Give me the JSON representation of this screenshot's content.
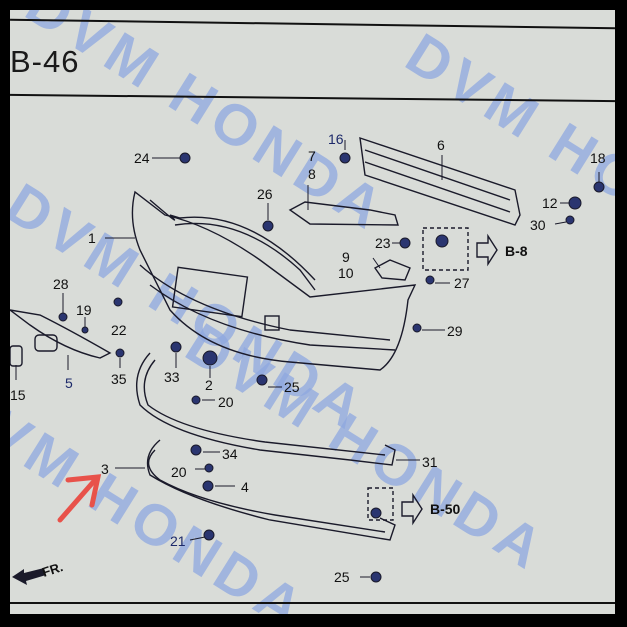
{
  "page": {
    "code": "B-46",
    "watermark_text": "DVM HONDA",
    "colors": {
      "paper": "#d9dcd8",
      "watermark": "#8fa8e0",
      "line_art": "#1a1a2a",
      "arrow_annotation": "#e8524a",
      "frame": "#000000"
    }
  },
  "callouts": [
    {
      "id": "1",
      "label": "1"
    },
    {
      "id": "2",
      "label": "2"
    },
    {
      "id": "3",
      "label": "3"
    },
    {
      "id": "4",
      "label": "4"
    },
    {
      "id": "5",
      "label": "5"
    },
    {
      "id": "6",
      "label": "6"
    },
    {
      "id": "7",
      "label": "7"
    },
    {
      "id": "8",
      "label": "8"
    },
    {
      "id": "9",
      "label": "9"
    },
    {
      "id": "10",
      "label": "10"
    },
    {
      "id": "12",
      "label": "12"
    },
    {
      "id": "15",
      "label": "15"
    },
    {
      "id": "16",
      "label": "16"
    },
    {
      "id": "18",
      "label": "18"
    },
    {
      "id": "19",
      "label": "19"
    },
    {
      "id": "20a",
      "label": "20"
    },
    {
      "id": "20b",
      "label": "20"
    },
    {
      "id": "21",
      "label": "21"
    },
    {
      "id": "22",
      "label": "22"
    },
    {
      "id": "23",
      "label": "23"
    },
    {
      "id": "24",
      "label": "24"
    },
    {
      "id": "25a",
      "label": "25"
    },
    {
      "id": "25b",
      "label": "25"
    },
    {
      "id": "26",
      "label": "26"
    },
    {
      "id": "27",
      "label": "27"
    },
    {
      "id": "28",
      "label": "28"
    },
    {
      "id": "29",
      "label": "29"
    },
    {
      "id": "30",
      "label": "30"
    },
    {
      "id": "31",
      "label": "31"
    },
    {
      "id": "33",
      "label": "33"
    },
    {
      "id": "34",
      "label": "34"
    },
    {
      "id": "35",
      "label": "35"
    }
  ],
  "references": [
    {
      "label": "B-8"
    },
    {
      "label": "B-50"
    }
  ],
  "orientation": {
    "label": "FR."
  },
  "annotations": {
    "highlight_arrow_target": "3"
  }
}
